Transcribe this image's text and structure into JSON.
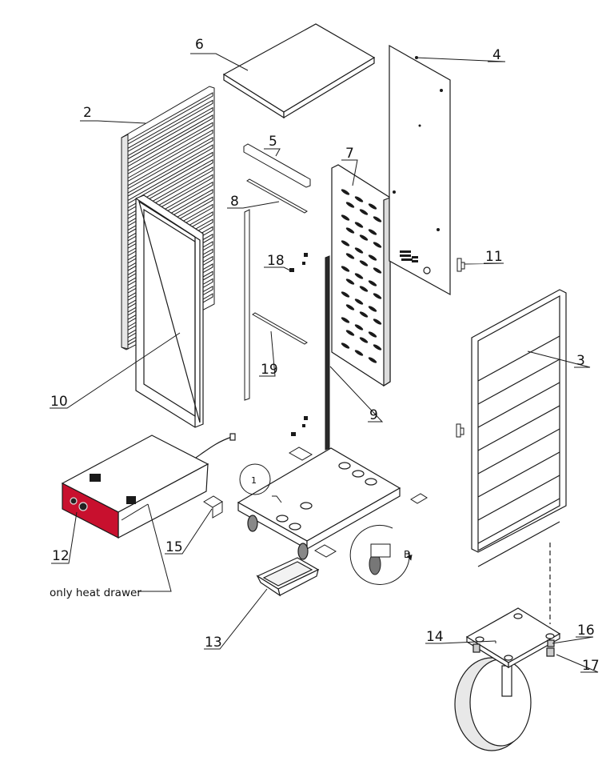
{
  "diagram": {
    "labels": {
      "p1": "1",
      "p2": "2",
      "p3": "3",
      "p4": "4",
      "p5": "5",
      "p6": "6",
      "p7": "7",
      "p8": "8",
      "p9": "9",
      "p10": "10",
      "p11": "11",
      "p12": "12",
      "p13": "13",
      "p14": "14",
      "p15": "15",
      "p16": "16",
      "p17": "17",
      "p18": "18",
      "p19": "19"
    },
    "detail_marker": "B",
    "caption": "only heat drawer"
  },
  "colors": {
    "line": "#1a1a1a",
    "shade": "#c9c9c9",
    "accent_red": "#c8102e",
    "face": "#ffffff"
  }
}
